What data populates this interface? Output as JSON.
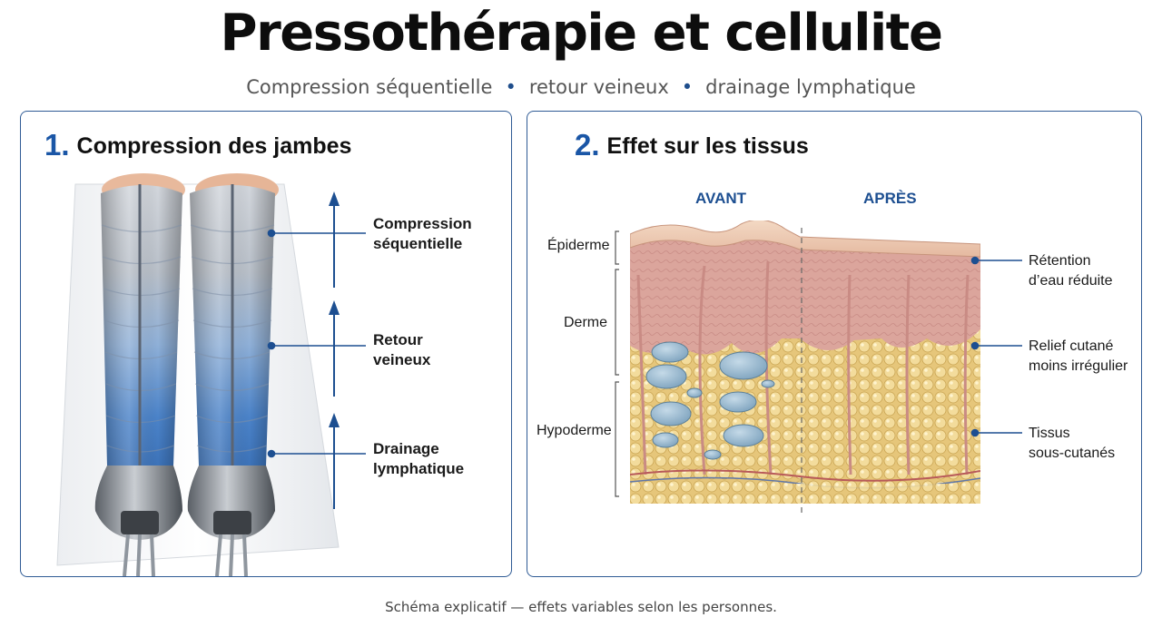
{
  "title": "Pressothérapie et cellulite",
  "subtitle": {
    "items": [
      "Compression séquentielle",
      "retour veineux",
      "drainage lymphatique"
    ],
    "separator": "•"
  },
  "panel_left": {
    "number": "1.",
    "heading": "Compression des jambes",
    "callouts": [
      {
        "line1": "Compression",
        "line2": "séquentielle"
      },
      {
        "line1": "Retour",
        "line2": "veineux"
      },
      {
        "line1": "Drainage",
        "line2": "lymphatique"
      }
    ]
  },
  "panel_right": {
    "number": "2.",
    "heading": "Effet sur les tissus",
    "col_before": "AVANT",
    "col_after": "APRÈS",
    "layers": [
      "Épiderme",
      "Derme",
      "Hypoderme"
    ],
    "callouts": [
      {
        "line1": "Rétention",
        "line2": "d’eau réduite"
      },
      {
        "line1": "Relief cutané",
        "line2": "moins irrégulier"
      },
      {
        "line1": "Tissus",
        "line2": "sous-cutanés"
      }
    ]
  },
  "footnote": "Schéma explicatif — effets variables selon les personnes.",
  "colors": {
    "accent": "#1a56a6",
    "border": "#2f5b95",
    "sleeve_top": "#c7ccd3",
    "sleeve_bottom": "#3d78c4",
    "skin": "#e6b8ae",
    "fat": "#e8c97e",
    "water": "#8eb0c9"
  }
}
